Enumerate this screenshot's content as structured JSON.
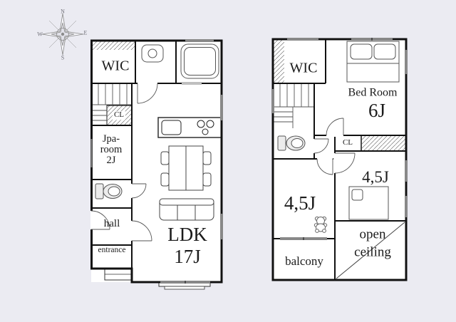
{
  "compass": {
    "north": "N",
    "east": "E",
    "south": "S",
    "west": "W"
  },
  "floor1": {
    "rooms": {
      "wic": "WIC",
      "closet": "CL",
      "japanese_room": "Jpa-room",
      "japanese_room_size": "2J",
      "hall": "hall",
      "entrance": "entrance",
      "ldk": "LDK",
      "ldk_size": "17J"
    }
  },
  "floor2": {
    "rooms": {
      "wic": "WIC",
      "bedroom": "Bed Room",
      "bedroom_size": "6J",
      "closet": "CL",
      "room_a": "4,5J",
      "room_b": "4,5J",
      "balcony": "balcony",
      "open_ceiling": "open ceiling"
    }
  },
  "colors": {
    "background": "#ebebf2",
    "wall": "#111111",
    "fixture_gray": "#555555",
    "compass_gray": "#8b8b8b"
  }
}
